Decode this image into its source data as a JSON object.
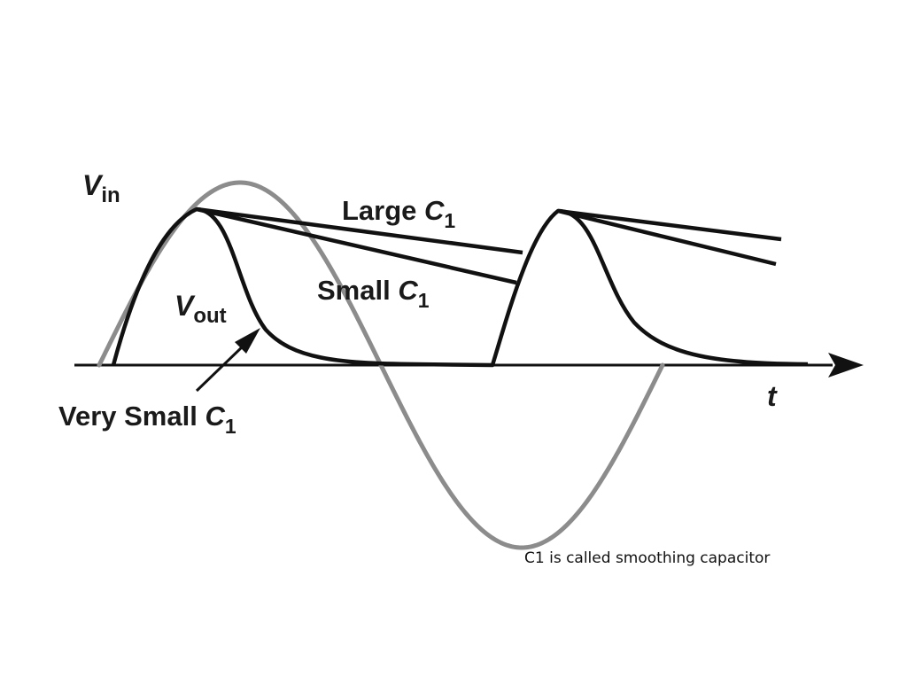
{
  "labels": {
    "vin": {
      "main": "V",
      "sub": "in"
    },
    "vout": {
      "main": "V",
      "sub": "out"
    },
    "large_c1": {
      "text": "Large ",
      "main": "C",
      "sub": "1"
    },
    "small_c1": {
      "text": "Small ",
      "main": "C",
      "sub": "1"
    },
    "very_small_c1": {
      "text": "Very Small ",
      "main": "C",
      "sub": "1"
    },
    "time_axis": "t"
  },
  "caption": "C1 is called smoothing capacitor",
  "colors": {
    "input_wave": "#8c8c8c",
    "output_curves": "#111111",
    "axis": "#111111"
  }
}
